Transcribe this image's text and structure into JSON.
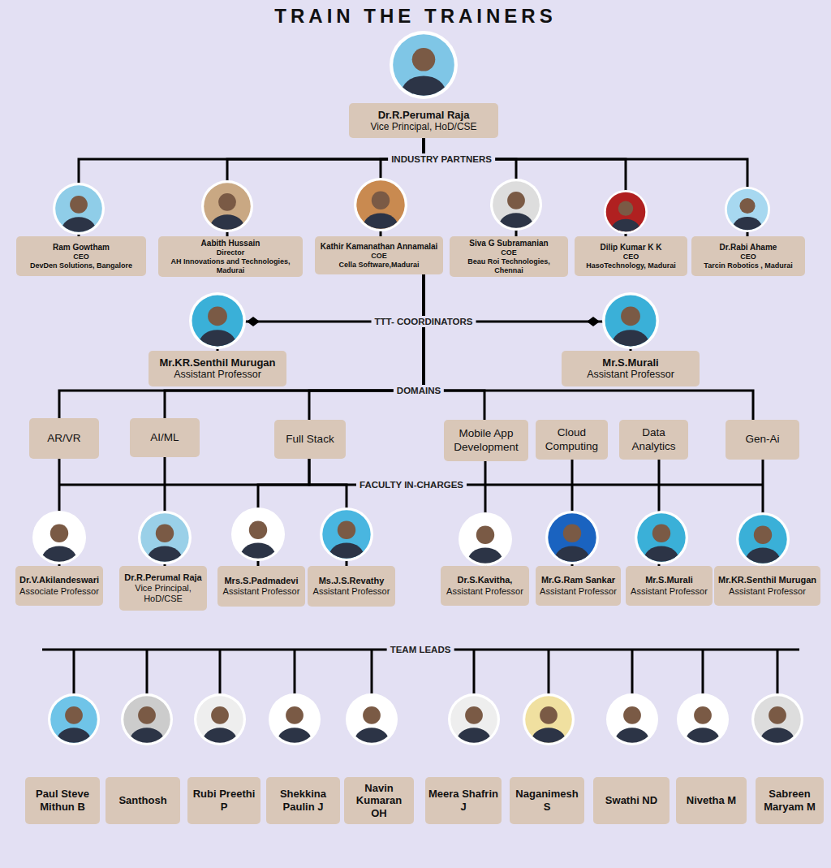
{
  "diagram": {
    "title": "TRAIN THE TRAINERS",
    "nodes": [
      {
        "text": [
          "Dr.R.Perumal Raja",
          "Vice Principal, HoD/CSE"
        ]
      },
      {
        "text": [
          "Ram Gowtham",
          "CEO",
          "DevDen Solutions, Bangalore"
        ]
      },
      {
        "text": [
          "Aabith Hussain",
          "Director",
          "AH Innovations and Technologies, Madurai"
        ]
      },
      {
        "text": [
          "Kathir Kamanathan Annamalai",
          "COE",
          "Cella Software,Madurai"
        ]
      },
      {
        "text": [
          "Siva G Subramanian",
          "COE",
          "Beau Roi Technologies, Chennai"
        ]
      },
      {
        "text": [
          "Dilip Kumar K K",
          "CEO",
          "HasoTechnology, Madurai"
        ]
      },
      {
        "text": [
          "Dr.Rabi Ahame",
          "CEO",
          "Tarcin Robotics , Madurai"
        ]
      },
      {
        "text": [
          "Mr.KR.Senthil Murugan",
          "Assistant Professor"
        ]
      },
      {
        "text": [
          "Mr.S.Murali",
          "Assistant Professor"
        ]
      },
      {
        "text": [
          "AR/VR"
        ]
      },
      {
        "text": [
          "AI/ML"
        ]
      },
      {
        "text": [
          "Full Stack"
        ]
      },
      {
        "text": [
          "Mobile App Development"
        ]
      },
      {
        "text": [
          "Cloud Computing"
        ]
      },
      {
        "text": [
          "Data Analytics"
        ]
      },
      {
        "text": [
          "Gen-Ai"
        ]
      },
      {
        "text": [
          "Dr.V.Akilandeswari",
          "Associate Professor"
        ]
      },
      {
        "text": [
          "Dr.R.Perumal Raja",
          "Vice Principal, HoD/CSE"
        ]
      },
      {
        "text": [
          "Mrs.S.Padmadevi",
          "Assistant Professor"
        ]
      },
      {
        "text": [
          "Ms.J.S.Revathy",
          "Assistant Professor"
        ]
      },
      {
        "text": [
          "Dr.S.Kavitha,",
          "Assistant Professor"
        ]
      },
      {
        "text": [
          "Mr.G.Ram Sankar",
          "Assistant Professor"
        ]
      },
      {
        "text": [
          "Mr.S.Murali",
          "Assistant Professor"
        ]
      },
      {
        "text": [
          "Mr.KR.Senthil Murugan",
          "Assistant Professor"
        ]
      },
      {
        "text": [
          "Paul Steve Mithun B"
        ]
      },
      {
        "text": [
          "Santhosh"
        ]
      },
      {
        "text": [
          "Rubi Preethi P"
        ]
      },
      {
        "text": [
          "Shekkina Paulin J"
        ]
      },
      {
        "text": [
          "Navin Kumaran OH"
        ]
      },
      {
        "text": [
          "Meera Shafrin J"
        ]
      },
      {
        "text": [
          "Naganimesh S"
        ]
      },
      {
        "text": [
          "Swathi ND"
        ]
      },
      {
        "text": [
          "Nivetha M"
        ]
      },
      {
        "text": [
          "Sabreen Maryam M"
        ]
      }
    ],
    "edges": [
      {
        "from": 0,
        "to": 1,
        "arrow": "none"
      },
      {
        "from": 0,
        "to": 2,
        "arrow": "none"
      },
      {
        "from": 0,
        "to": 3,
        "arrow": "none"
      },
      {
        "from": 0,
        "to": 4,
        "arrow": "none"
      },
      {
        "from": 0,
        "to": 5,
        "arrow": "none"
      },
      {
        "from": 0,
        "to": 6,
        "arrow": "none"
      },
      {
        "from": 3,
        "to": 7,
        "arrow": "to"
      },
      {
        "from": 3,
        "to": 8,
        "arrow": "to"
      },
      {
        "from": 3,
        "to": 9,
        "arrow": "none"
      },
      {
        "from": 3,
        "to": 10,
        "arrow": "none"
      },
      {
        "from": 3,
        "to": 11,
        "arrow": "none"
      },
      {
        "from": 3,
        "to": 12,
        "arrow": "none"
      },
      {
        "from": 3,
        "to": 15,
        "arrow": "none"
      },
      {
        "from": 9,
        "to": 16,
        "arrow": "none"
      },
      {
        "from": 10,
        "to": 17,
        "arrow": "none"
      },
      {
        "from": 11,
        "to": 18,
        "arrow": "none"
      },
      {
        "from": 11,
        "to": 19,
        "arrow": "none"
      },
      {
        "from": 12,
        "to": 20,
        "arrow": "none"
      },
      {
        "from": 13,
        "to": 21,
        "arrow": "none"
      },
      {
        "from": 14,
        "to": 22,
        "arrow": "none"
      },
      {
        "from": 15,
        "to": 23,
        "arrow": "none"
      }
    ],
    "labels": [
      "INDUSTRY PARTNERS",
      "TTT- COORDINATORS",
      "DOMAINS",
      "FACULTY IN-CHARGES",
      "TEAM LEADS"
    ]
  }
}
